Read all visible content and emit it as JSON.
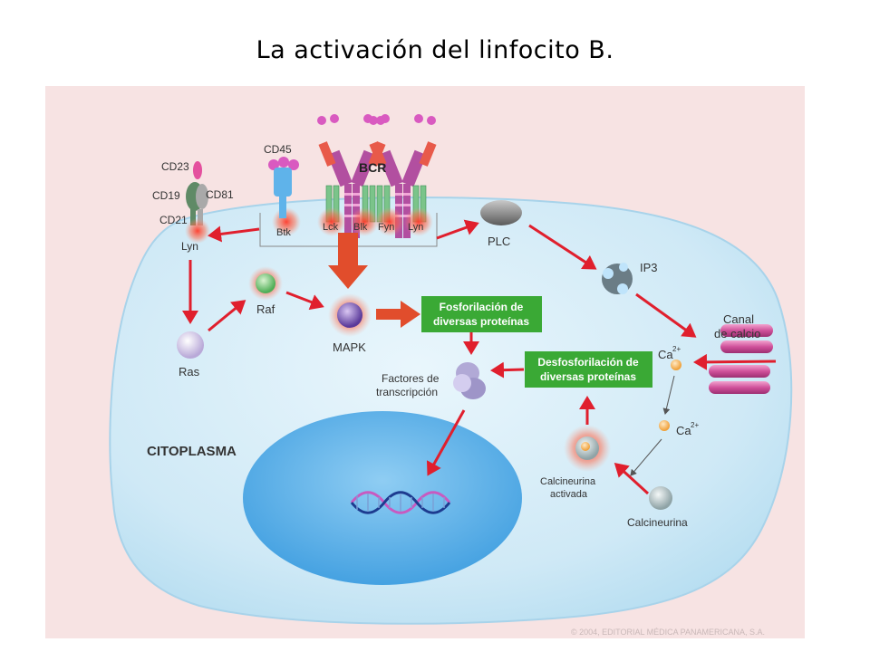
{
  "title": "La activación del linfocito B.",
  "labels": {
    "cd23": "CD23",
    "cd19": "CD19",
    "cd81": "CD81",
    "cd21": "CD21",
    "lyn_left": "Lyn",
    "cd45": "CD45",
    "btk": "Btk",
    "bcr": "BCR",
    "lck": "Lck",
    "blk": "Blk",
    "fyn": "Fyn",
    "lyn": "Lyn",
    "plc": "PLC",
    "ip3": "IP3",
    "canal_line1": "Canal",
    "canal_line2": "de calcio",
    "ca": "Ca",
    "ca_charge": "2+",
    "ca2": "Ca",
    "ca2_charge": "2+",
    "raf": "Raf",
    "ras": "Ras",
    "mapk": "MAPK",
    "fosfo_line1": "Fosforilación de",
    "fosfo_line2": "diversas proteínas",
    "desfosfo_line1": "Desfosforilación de",
    "desfosfo_line2": "diversas proteínas",
    "factores_line1": "Factores de",
    "factores_line2": "transcripción",
    "citoplasma": "CITOPLASMA",
    "calc_act_line1": "Calcineurina",
    "calc_act_line2": "activada",
    "calcineurina": "Calcineurina",
    "copyright": "© 2004, EDITORIAL MÉDICA PANAMERICANA, S.A."
  },
  "colors": {
    "background": "#f7e3e3",
    "cytoplasm": "#cfe9f6",
    "nucleus": "#5fb3ea",
    "arrow": "#e01f2d",
    "green_box": "#3aa935",
    "bcr_purple": "#b24fa0",
    "channel_pink": "#d0509a"
  }
}
